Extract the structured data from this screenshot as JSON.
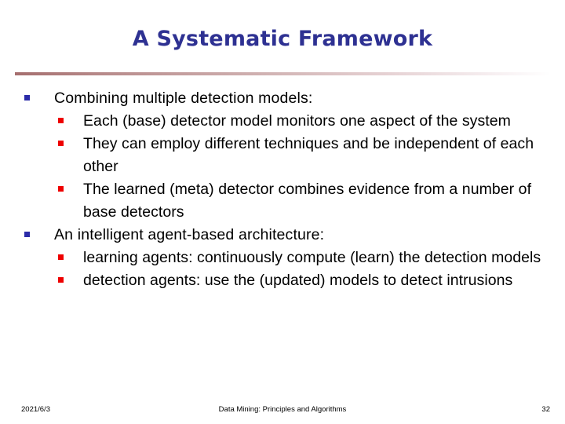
{
  "slide": {
    "title": "A Systematic Framework",
    "colors": {
      "title": "#2e3192",
      "level1_bullet": "#2b2ba8",
      "level2_bullet": "#ee0000",
      "rule_start": "#a56e6e",
      "background": "#ffffff",
      "body_text": "#000000"
    },
    "bullets": [
      {
        "text": "Combining multiple detection models:",
        "children": [
          "Each (base) detector model monitors one aspect of the system",
          "They can employ different techniques and be independent of each other",
          "The learned (meta) detector combines evidence from a number of base detectors"
        ]
      },
      {
        "text": "An intelligent agent-based architecture:",
        "children": [
          "learning agents: continuously compute (learn) the detection models",
          "detection agents: use the (updated) models to detect intrusions"
        ]
      }
    ]
  },
  "footer": {
    "date": "2021/6/3",
    "center": "Data Mining: Principles and Algorithms",
    "page": "32"
  }
}
